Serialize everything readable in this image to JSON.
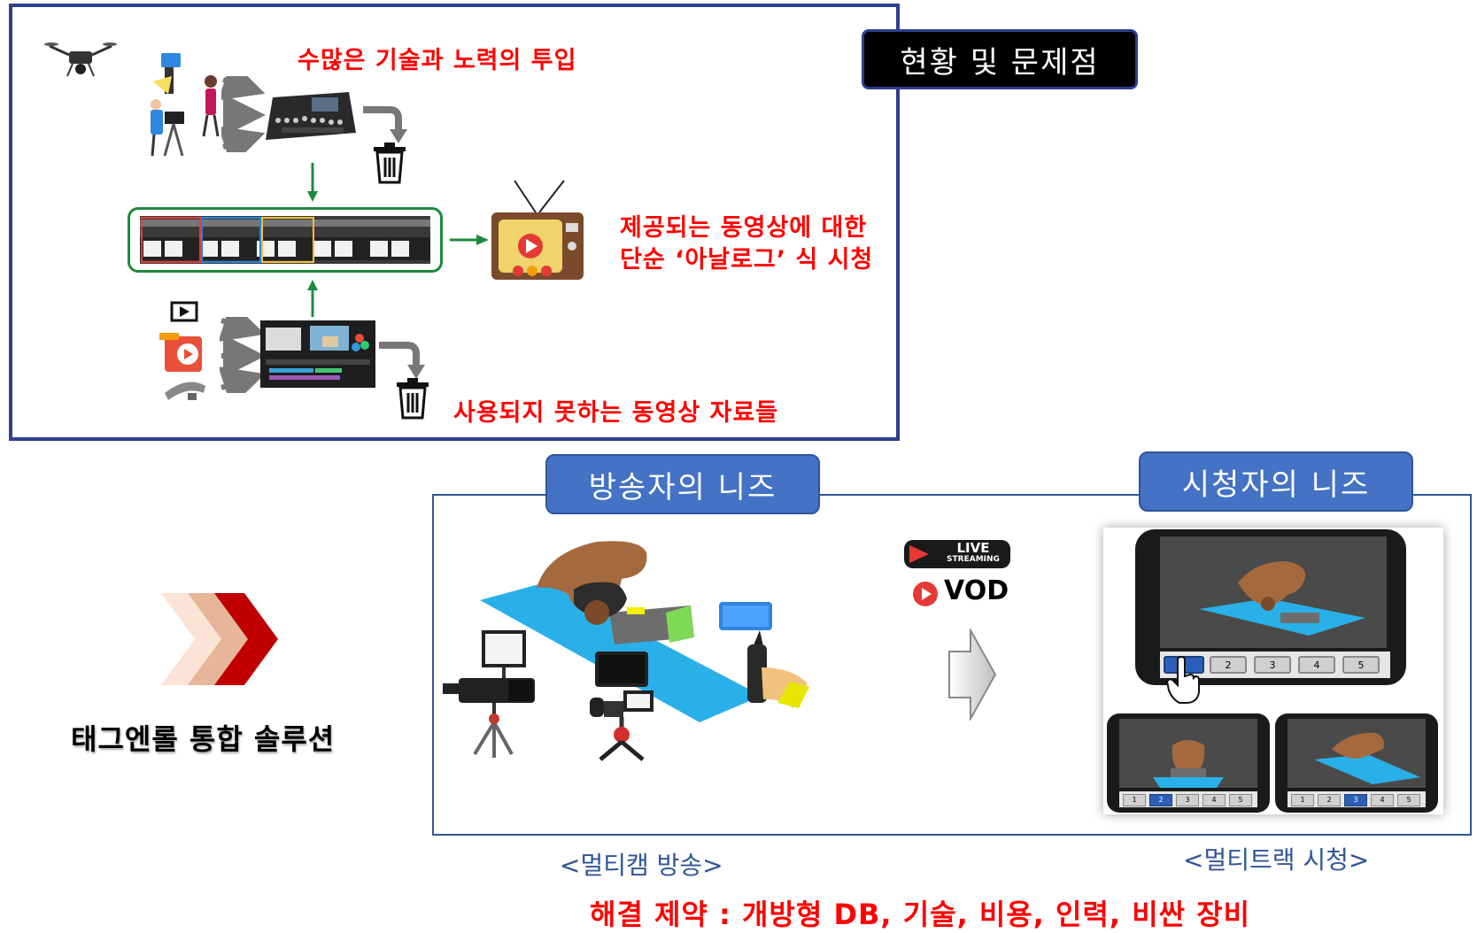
{
  "top_panel": {
    "texts": {
      "effort": "수많은 기술과 노력의 투입",
      "analog_line1": "제공되는 동영상에 대한",
      "analog_line2": "단순 ‘아날로그’ 식 시청",
      "unused": "사용되지 못하는 동영상 자료들"
    }
  },
  "status_label": "현황 및 문제점",
  "broadcaster_tab": "방송자의 니즈",
  "viewer_tab": "시청자의 니즈",
  "solution_label": "태그엔롤 통합 솔루션",
  "streaming": {
    "live_line1": "LIVE",
    "live_line2": "STREAMING",
    "vod": "VOD"
  },
  "phone": {
    "buttons": [
      "1",
      "2",
      "3",
      "4",
      "5"
    ],
    "active_main": 0,
    "active_small_left": 1,
    "active_small_right": 2
  },
  "captions": {
    "multicam": "<멀티캠 방송>",
    "multitrack": "<멀티트랙 시청>"
  },
  "constraint": "해결 제약 : 개방형 DB, 기술, 비용, 인력, 비싼 장비",
  "colors": {
    "accent_red": "#ff0000",
    "panel_border": "#2e3f8f",
    "tab_blue": "#4472c4",
    "timeline_green": "#1e8a3c",
    "yoga_mat": "#2ab0e8"
  }
}
